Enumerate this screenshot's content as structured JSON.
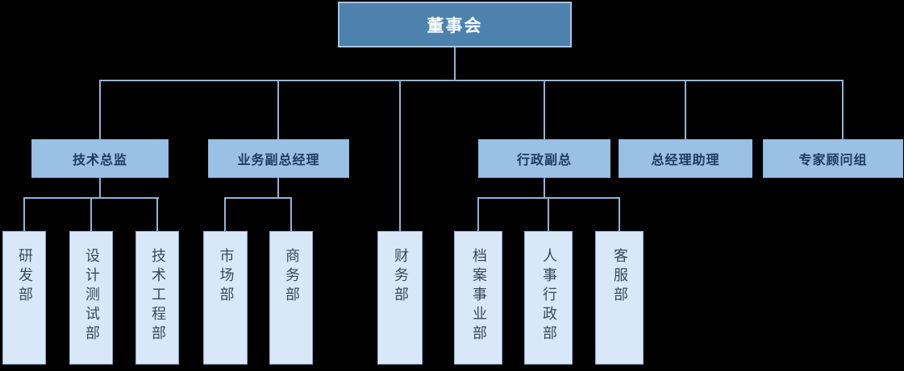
{
  "org_chart": {
    "root": {
      "label": "董事会"
    },
    "level2": [
      {
        "id": "tech-director",
        "label": "技术总监"
      },
      {
        "id": "business-deputy-gm",
        "label": "业务副总经理"
      },
      {
        "id": "admin-deputy",
        "label": "行政副总"
      },
      {
        "id": "gm-assistant",
        "label": "总经理助理"
      },
      {
        "id": "expert-advisors",
        "label": "专家顾问组"
      }
    ],
    "level3": [
      {
        "id": "rd-dept",
        "label": "研发部",
        "parent": "技术总监"
      },
      {
        "id": "design-test-dept",
        "label": "设计测试部",
        "parent": "技术总监"
      },
      {
        "id": "tech-eng-dept",
        "label": "技术工程部",
        "parent": "技术总监"
      },
      {
        "id": "marketing-dept",
        "label": "市场部",
        "parent": "业务副总经理"
      },
      {
        "id": "commerce-dept",
        "label": "商务部",
        "parent": "业务副总经理"
      },
      {
        "id": "finance-dept",
        "label": "财务部",
        "parent": "董事会"
      },
      {
        "id": "archive-dept",
        "label": "档案事业部",
        "parent": "行政副总"
      },
      {
        "id": "hr-admin-dept",
        "label": "人事行政部",
        "parent": "行政副总"
      },
      {
        "id": "service-dept",
        "label": "客服部",
        "parent": "行政副总"
      }
    ],
    "colors": {
      "background": "#000000",
      "root_fill": "#4e82ae",
      "root_border": "#a7c5e2",
      "root_text": "#ffffff",
      "level2_fill": "#9ac0e4",
      "level2_text": "#1e3a5f",
      "level3_fill": "#d9e8f8",
      "level3_border": "#8badce",
      "level3_text": "#3c4859",
      "connector": "#92b4d6"
    }
  }
}
